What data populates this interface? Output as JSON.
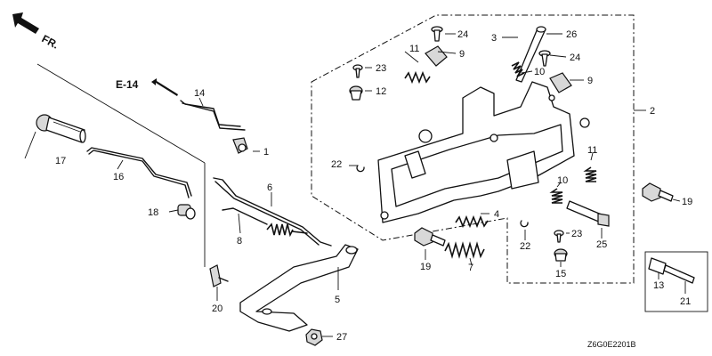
{
  "diagram": {
    "direction_label": "FR.",
    "reference_label": "E-14",
    "figure_code": "Z6G0E2201B",
    "callouts": [
      {
        "id": "c1",
        "text": "1"
      },
      {
        "id": "c2",
        "text": "2"
      },
      {
        "id": "c3",
        "text": "3"
      },
      {
        "id": "c4",
        "text": "4"
      },
      {
        "id": "c5",
        "text": "5"
      },
      {
        "id": "c6",
        "text": "6"
      },
      {
        "id": "c7",
        "text": "7"
      },
      {
        "id": "c8",
        "text": "8"
      },
      {
        "id": "c9a",
        "text": "9"
      },
      {
        "id": "c9b",
        "text": "9"
      },
      {
        "id": "c10a",
        "text": "10"
      },
      {
        "id": "c10b",
        "text": "10"
      },
      {
        "id": "c11a",
        "text": "11"
      },
      {
        "id": "c11b",
        "text": "11"
      },
      {
        "id": "c12",
        "text": "12"
      },
      {
        "id": "c13",
        "text": "13"
      },
      {
        "id": "c14",
        "text": "14"
      },
      {
        "id": "c15",
        "text": "15"
      },
      {
        "id": "c16",
        "text": "16"
      },
      {
        "id": "c17",
        "text": "17"
      },
      {
        "id": "c18",
        "text": "18"
      },
      {
        "id": "c19a",
        "text": "19"
      },
      {
        "id": "c19b",
        "text": "19"
      },
      {
        "id": "c20",
        "text": "20"
      },
      {
        "id": "c21",
        "text": "21"
      },
      {
        "id": "c22a",
        "text": "22"
      },
      {
        "id": "c22b",
        "text": "22"
      },
      {
        "id": "c23a",
        "text": "23"
      },
      {
        "id": "c23b",
        "text": "23"
      },
      {
        "id": "c24a",
        "text": "24"
      },
      {
        "id": "c24b",
        "text": "24"
      },
      {
        "id": "c25",
        "text": "25"
      },
      {
        "id": "c26",
        "text": "26"
      },
      {
        "id": "c27",
        "text": "27"
      }
    ]
  }
}
